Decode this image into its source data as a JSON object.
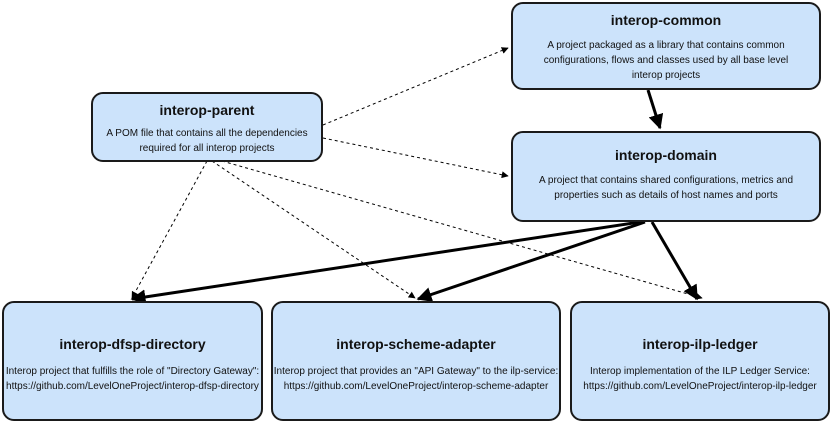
{
  "nodes": {
    "parent": {
      "title": "interop-parent",
      "desc": [
        "A POM file that contains all the dependencies",
        "required for all interop projects"
      ]
    },
    "common": {
      "title": "interop-common",
      "desc": [
        "A project packaged as a library that contains common",
        "configurations, flows and classes used by all base level",
        "interop projects"
      ]
    },
    "domain": {
      "title": "interop-domain",
      "desc": [
        "A project that contains shared configurations, metrics and",
        "properties such as details of host names and ports"
      ]
    },
    "dfsp": {
      "title": "interop-dfsp-directory",
      "desc": [
        "Interop project that fulfills the role of \"Directory Gateway\":",
        "https://github.com/LevelOneProject/interop-dfsp-directory"
      ]
    },
    "scheme": {
      "title": "interop-scheme-adapter",
      "desc": [
        "Interop project that provides an \"API Gateway\" to the ilp-service:",
        "https://github.com/LevelOneProject/interop-scheme-adapter"
      ]
    },
    "ledger": {
      "title": "interop-ilp-ledger",
      "desc": [
        "Interop implementation of the ILP Ledger Service:",
        "https://github.com/LevelOneProject/interop-ilp-ledger"
      ]
    }
  },
  "colors": {
    "node_fill": "#cce3fb",
    "stroke": "#000000"
  }
}
